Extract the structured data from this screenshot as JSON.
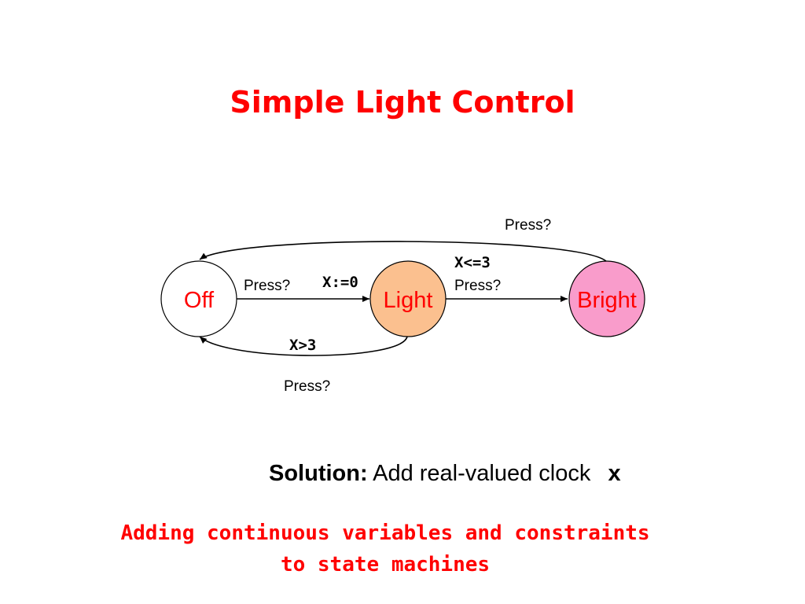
{
  "title": "Simple Light Control",
  "states": {
    "off": {
      "label": "Off",
      "fill": "#ffffff"
    },
    "light": {
      "label": "Light",
      "fill": "#fbc08f"
    },
    "bright": {
      "label": "Bright",
      "fill": "#f99ccb"
    }
  },
  "state_label_color": "#ff0000",
  "transitions": {
    "off_to_light": {
      "event": "Press?",
      "update": "X:=0"
    },
    "light_to_bright": {
      "guard": "X<=3",
      "event": "Press?"
    },
    "light_to_off": {
      "guard": "X>3",
      "event": "Press?"
    },
    "bright_to_off": {
      "event": "Press?"
    }
  },
  "solution": {
    "lead": "Solution:",
    "text": "Add real-valued clock",
    "var": "x"
  },
  "footer": {
    "line1": "Adding continuous variables and constraints",
    "line2": "to state machines"
  },
  "accent_color": "#ff0000"
}
